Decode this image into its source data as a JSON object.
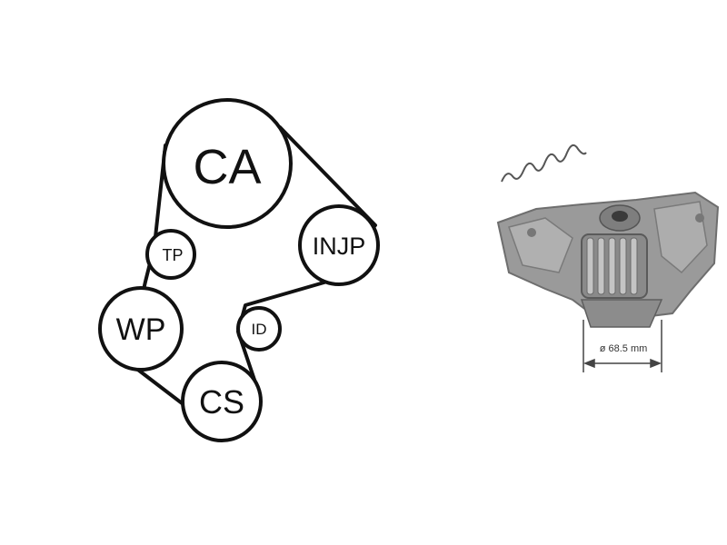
{
  "belt_diagram": {
    "pulleys": [
      {
        "id": "ca",
        "label": "CA"
      },
      {
        "id": "injp",
        "label": "INJP"
      },
      {
        "id": "tp",
        "label": "TP"
      },
      {
        "id": "wp",
        "label": "WP"
      },
      {
        "id": "id",
        "label": "ID"
      },
      {
        "id": "cs",
        "label": "CS"
      }
    ]
  },
  "water_pump": {
    "dimension_label": "ø 68.5 mm"
  },
  "colors": {
    "line": "#111111",
    "pump_body": "#9a9a9a",
    "pump_dark": "#6e6e6e",
    "pump_light": "#c4c4c4",
    "dimension": "#444444"
  }
}
